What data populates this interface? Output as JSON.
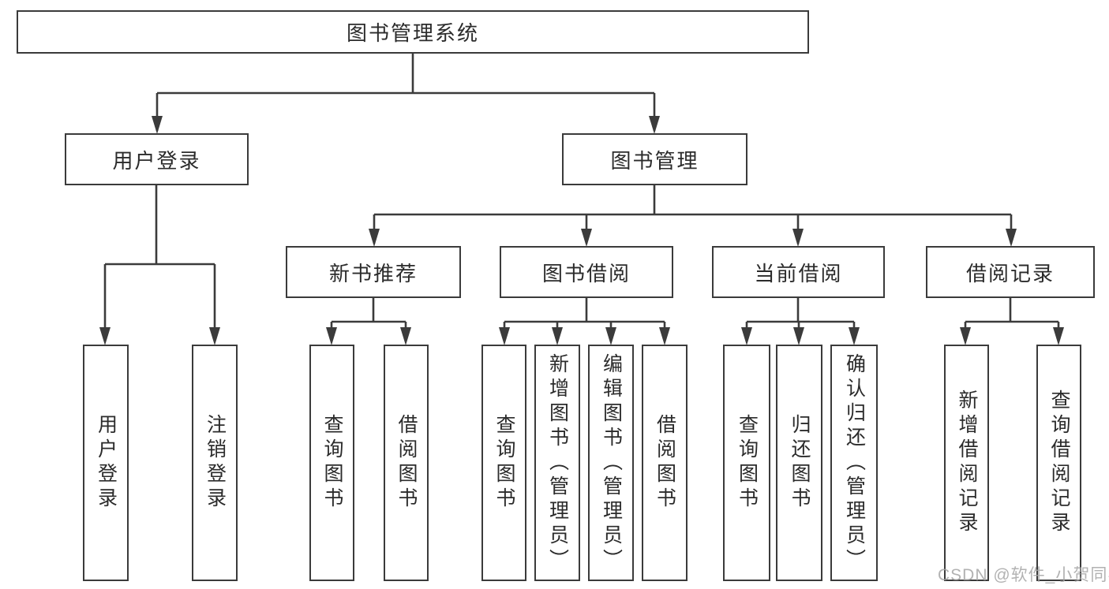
{
  "tree": {
    "label": "图书管理系统",
    "children": [
      {
        "label": "用户登录",
        "children": [
          {
            "label": "用户登录"
          },
          {
            "label": "注销登录"
          }
        ]
      },
      {
        "label": "图书管理",
        "children": [
          {
            "label": "新书推荐",
            "children": [
              {
                "label": "查询图书"
              },
              {
                "label": "借阅图书"
              }
            ]
          },
          {
            "label": "图书借阅",
            "children": [
              {
                "label": "查询图书"
              },
              {
                "label": "新增图书（管理员）"
              },
              {
                "label": "编辑图书（管理员）"
              },
              {
                "label": "借阅图书"
              }
            ]
          },
          {
            "label": "当前借阅",
            "children": [
              {
                "label": "查询图书"
              },
              {
                "label": "归还图书"
              },
              {
                "label": "确认归还（管理员）"
              }
            ]
          },
          {
            "label": "借阅记录",
            "children": [
              {
                "label": "新增借阅记录"
              },
              {
                "label": "查询借阅记录"
              }
            ]
          }
        ]
      }
    ]
  },
  "watermark": "CSDN @软件_小贺同学",
  "colors": {
    "line": "#3b3b3b",
    "text": "#2b2b2b",
    "background": "#ffffff",
    "watermark": "#a5a5a5"
  }
}
